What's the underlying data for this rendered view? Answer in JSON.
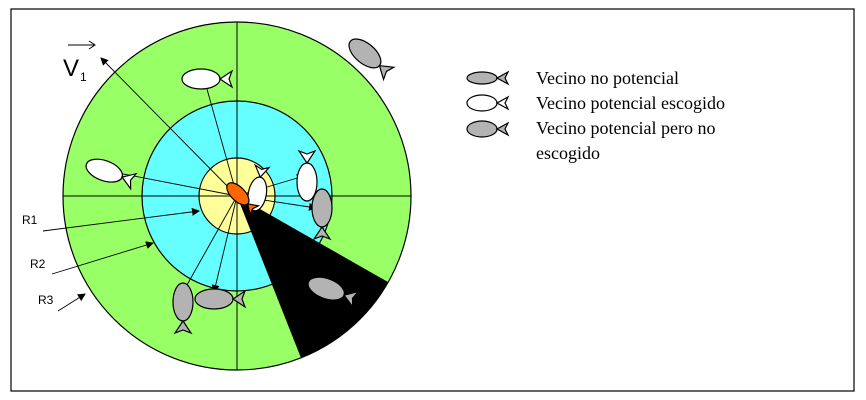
{
  "diagram": {
    "radius_labels": [
      "R1",
      "R2",
      "R3"
    ],
    "vector_label": {
      "letter": "V",
      "subscript": "1"
    },
    "colors": {
      "outer_ring": "#99ff66",
      "middle_ring": "#66ffff",
      "inner_ring": "#ffff99",
      "focal_fish": "#ff6600",
      "blind_zone": "#000000",
      "fish_gray": "#b3b3b3",
      "fish_white": "#ffffff"
    }
  },
  "legend": {
    "items": [
      {
        "text": "Vecino no potencial",
        "fish": "gray-small"
      },
      {
        "text": "Vecino potencial escogido",
        "fish": "white"
      },
      {
        "text": "Vecino potencial pero no",
        "fish": "gray"
      }
    ],
    "continuation": "escogido"
  }
}
